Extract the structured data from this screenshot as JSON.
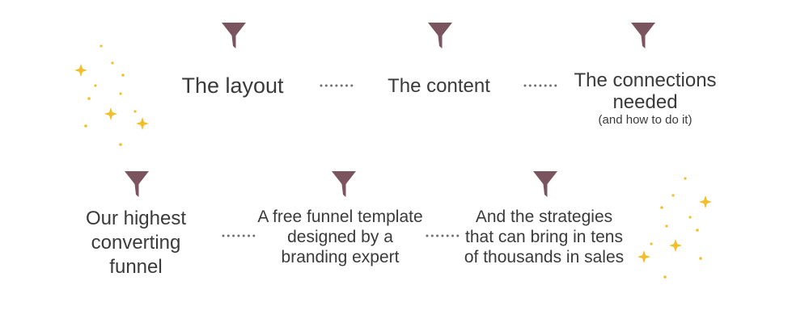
{
  "colors": {
    "funnel": "#7a5560",
    "text": "#3a3a3a",
    "dots": "#6e6e6e",
    "sparkle": "#f2bf2a"
  },
  "steps": [
    {
      "title": "The layout"
    },
    {
      "title": "The content"
    },
    {
      "title": "The connections needed",
      "sub": "(and how to do it)"
    },
    {
      "title": "Our highest converting funnel"
    },
    {
      "title": "A free funnel template designed by a branding expert"
    },
    {
      "title": "And the strategies that can bring in tens of thousands in sales"
    }
  ]
}
